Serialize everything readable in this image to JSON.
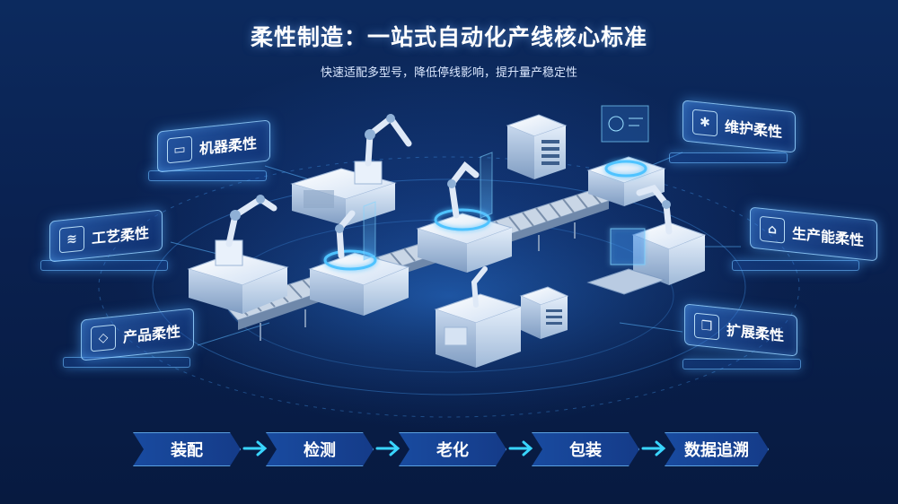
{
  "header": {
    "title": "柔性制造：一站式自动化产线核心标准",
    "subtitle": "快速适配多型号，降低停线影响，提升量产稳定性"
  },
  "cards": {
    "machine": {
      "label": "机器柔性",
      "icon": "monitor-icon"
    },
    "process": {
      "label": "工艺柔性",
      "icon": "layers-icon"
    },
    "product": {
      "label": "产品柔性",
      "icon": "box-icon"
    },
    "maintenance": {
      "label": "维护柔性",
      "icon": "gear-icon"
    },
    "capacity": {
      "label": "生产能柔性",
      "icon": "chart-icon"
    },
    "expansion": {
      "label": "扩展柔性",
      "icon": "cube-icon"
    }
  },
  "process_steps": [
    "装配",
    "检测",
    "老化",
    "包装",
    "数据追溯"
  ],
  "colors": {
    "accent": "#3fa9ff",
    "glow": "#7fd0ff",
    "background": "#0a2150",
    "arrow": "#39d5ff"
  }
}
